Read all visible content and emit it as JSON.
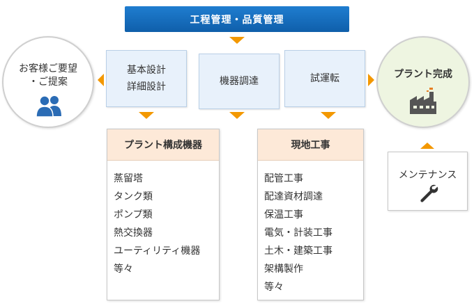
{
  "banner": {
    "label": "工程管理・品質管理"
  },
  "customer": {
    "line1": "お客様ご要望",
    "line2": "・ご提案",
    "icon": "people-icon"
  },
  "steps": [
    {
      "line1": "基本設計",
      "line2": "詳細設計"
    },
    {
      "line1": "機器調達"
    },
    {
      "line1": "試運転"
    }
  ],
  "complete": {
    "label": "プラント完成",
    "icon": "factory-icon"
  },
  "equipment": {
    "title": "プラント構成機器",
    "items": [
      "蒸留塔",
      "タンク類",
      "ポンプ類",
      "熱交換器",
      "ユーティリティ機器",
      "等々"
    ]
  },
  "construction": {
    "title": "現地工事",
    "items": [
      "配管工事",
      "配達資材調達",
      "保温工事",
      "電気・計装工事",
      "土木・建築工事",
      "架構製作",
      "等々"
    ]
  },
  "maintenance": {
    "label": "メンテナンス",
    "icon": "wrench-icon"
  },
  "colors": {
    "banner": "#1a72c4",
    "arrow": "#f39800",
    "step_bg": "#e8f1fb",
    "panel_head": "#fde9d8",
    "complete_bg": "#eef5e1",
    "icon": "#2b6cb5"
  }
}
